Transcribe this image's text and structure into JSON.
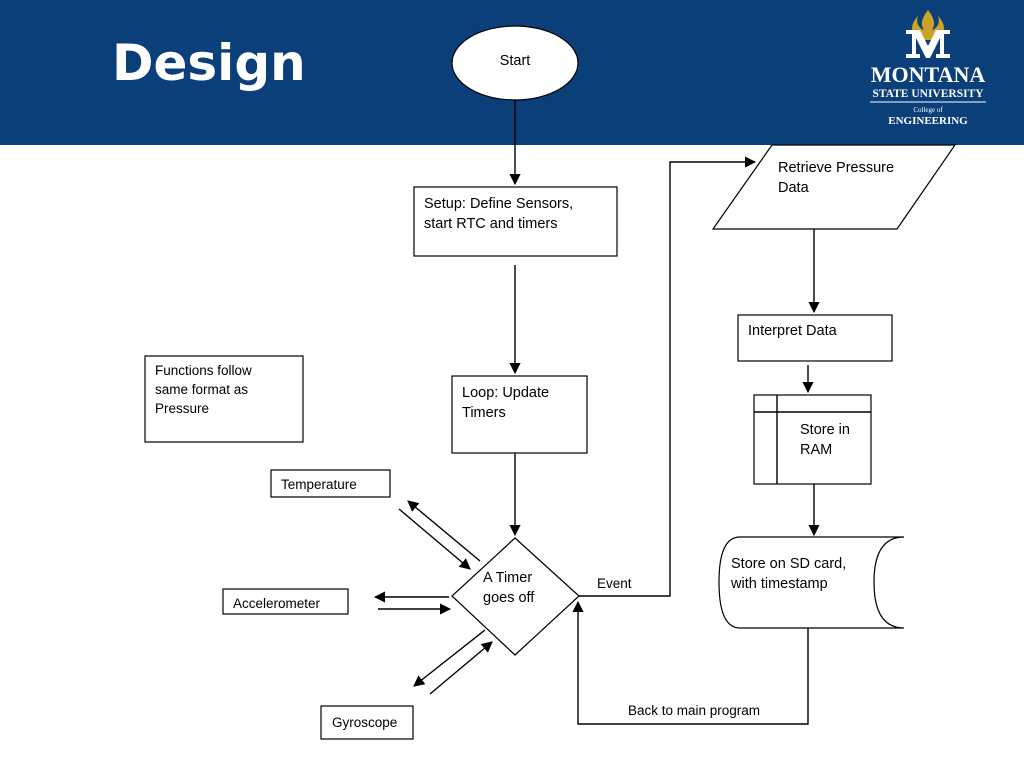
{
  "slide": {
    "title": "Design",
    "logo": {
      "name": "montana-state-university-logo",
      "line1": "MONTANA",
      "line2": "STATE UNIVERSITY",
      "line3": "College of",
      "line4": "ENGINEERING",
      "colors": {
        "gold": "#c9a227",
        "white": "#ffffff"
      }
    },
    "colors": {
      "header": "#0a3f7a",
      "background": "#ffffff",
      "ink": "#000000"
    }
  },
  "flowchart": {
    "start": "Start",
    "setup": [
      "Setup: Define Sensors,",
      "start RTC and timers"
    ],
    "loop": [
      "Loop: Update",
      "Timers"
    ],
    "decision": [
      "A Timer",
      "goes off"
    ],
    "event_label": "Event",
    "retrieve": [
      "Retrieve Pressure",
      "Data"
    ],
    "interpret": "Interpret Data",
    "store_ram": [
      "Store in",
      "RAM"
    ],
    "store_sd": [
      "Store on SD card,",
      "with timestamp"
    ],
    "back_label": "Back to main program",
    "note": [
      "Functions follow",
      "same format as",
      "Pressure"
    ],
    "sensors": {
      "temperature": "Temperature",
      "accelerometer": "Accelerometer",
      "gyroscope": "Gyroscope"
    }
  }
}
